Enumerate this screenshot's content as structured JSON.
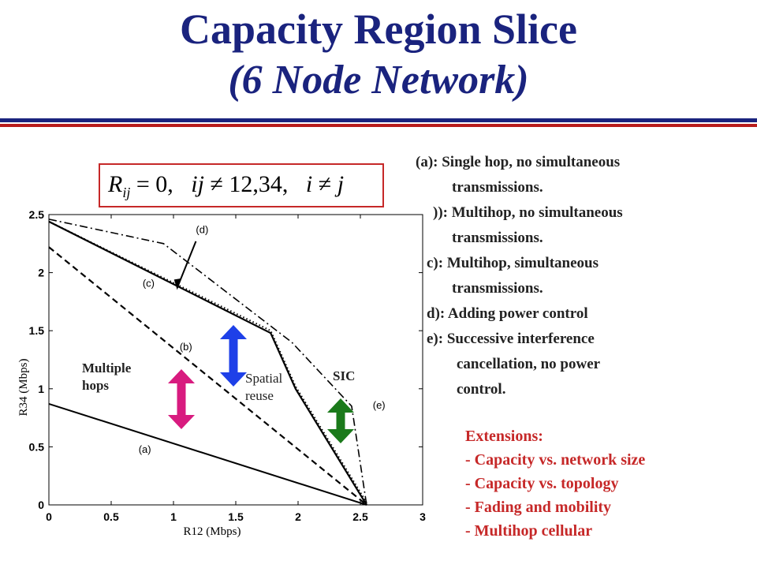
{
  "title": {
    "line1": "Capacity Region Slice",
    "line2": "(6 Node Network)"
  },
  "formula": {
    "lhs": "R",
    "sub": "ij",
    "eq": " = 0,",
    "cond1": "ij",
    "cond1_rel": " ≠ 12,34,",
    "cond2": "i",
    "cond2_rel": " ≠ ",
    "cond2_rhs": "j"
  },
  "legend": [
    {
      "line1": "(a): Single hop, no simultaneous",
      "line2": "transmissions."
    },
    {
      "line1": ")): Multihop, no simultaneous",
      "line2": "transmissions."
    },
    {
      "line1": "c): Multihop, simultaneous",
      "line2": "transmissions."
    },
    {
      "line1": "d):  Adding power control",
      "line2": ""
    },
    {
      "line1": "e):  Successive interference",
      "line2": "cancellation, no power",
      "line3": "control."
    }
  ],
  "extensions": {
    "heading": "Extensions:",
    "items": [
      "- Capacity vs. network size",
      "- Capacity vs. topology",
      "-  Fading and mobility",
      "- Multihop cellular"
    ]
  },
  "annotations": {
    "multiple_hops": [
      "Multiple",
      "hops"
    ],
    "spatial_reuse": [
      "Spatial",
      "reuse"
    ],
    "sic": "SIC"
  },
  "colors": {
    "title": "#1a237e",
    "rule_blue": "#1a237e",
    "rule_red": "#b71c1c",
    "extensions": "#c62828",
    "arrow_magenta": "#d81b7f",
    "arrow_blue": "#1e40e8",
    "arrow_green": "#1b7a1b"
  },
  "chart_data": {
    "type": "line",
    "xlabel": "R12 (Mbps)",
    "ylabel": "R34 (Mbps)",
    "xlim": [
      0,
      3
    ],
    "ylim": [
      0,
      2.5
    ],
    "xticks": [
      "0",
      "0.5",
      "1",
      "1.5",
      "2",
      "2.5",
      "3"
    ],
    "yticks": [
      "0",
      "0.5",
      "1",
      "1.5",
      "2",
      "2.5"
    ],
    "series": [
      {
        "name": "(a)",
        "style": "solid-thin",
        "x": [
          0,
          2.55
        ],
        "y": [
          0.87,
          0
        ]
      },
      {
        "name": "(b)",
        "style": "dashed",
        "x": [
          0,
          2.55
        ],
        "y": [
          2.22,
          0
        ]
      },
      {
        "name": "(c)",
        "style": "dotted",
        "x": [
          0,
          1.78,
          1.98,
          2.55
        ],
        "y": [
          2.42,
          1.48,
          1.0,
          0
        ]
      },
      {
        "name": "(e)",
        "style": "solid",
        "x": [
          0,
          1.78,
          1.98,
          2.55
        ],
        "y": [
          2.44,
          1.48,
          1.0,
          0
        ]
      },
      {
        "name": "(d)",
        "style": "dashdot",
        "x": [
          0,
          0.92,
          1.95,
          2.43,
          2.55
        ],
        "y": [
          2.46,
          2.25,
          1.4,
          0.85,
          0
        ]
      }
    ],
    "labels": [
      {
        "text": "(a)",
        "x": 0.77,
        "y": 0.45
      },
      {
        "text": "(b)",
        "x": 1.1,
        "y": 1.33
      },
      {
        "text": "(c)",
        "x": 0.8,
        "y": 1.88
      },
      {
        "text": "(d)",
        "x": 1.23,
        "y": 2.34
      },
      {
        "text": "(e)",
        "x": 2.65,
        "y": 0.83
      }
    ]
  }
}
